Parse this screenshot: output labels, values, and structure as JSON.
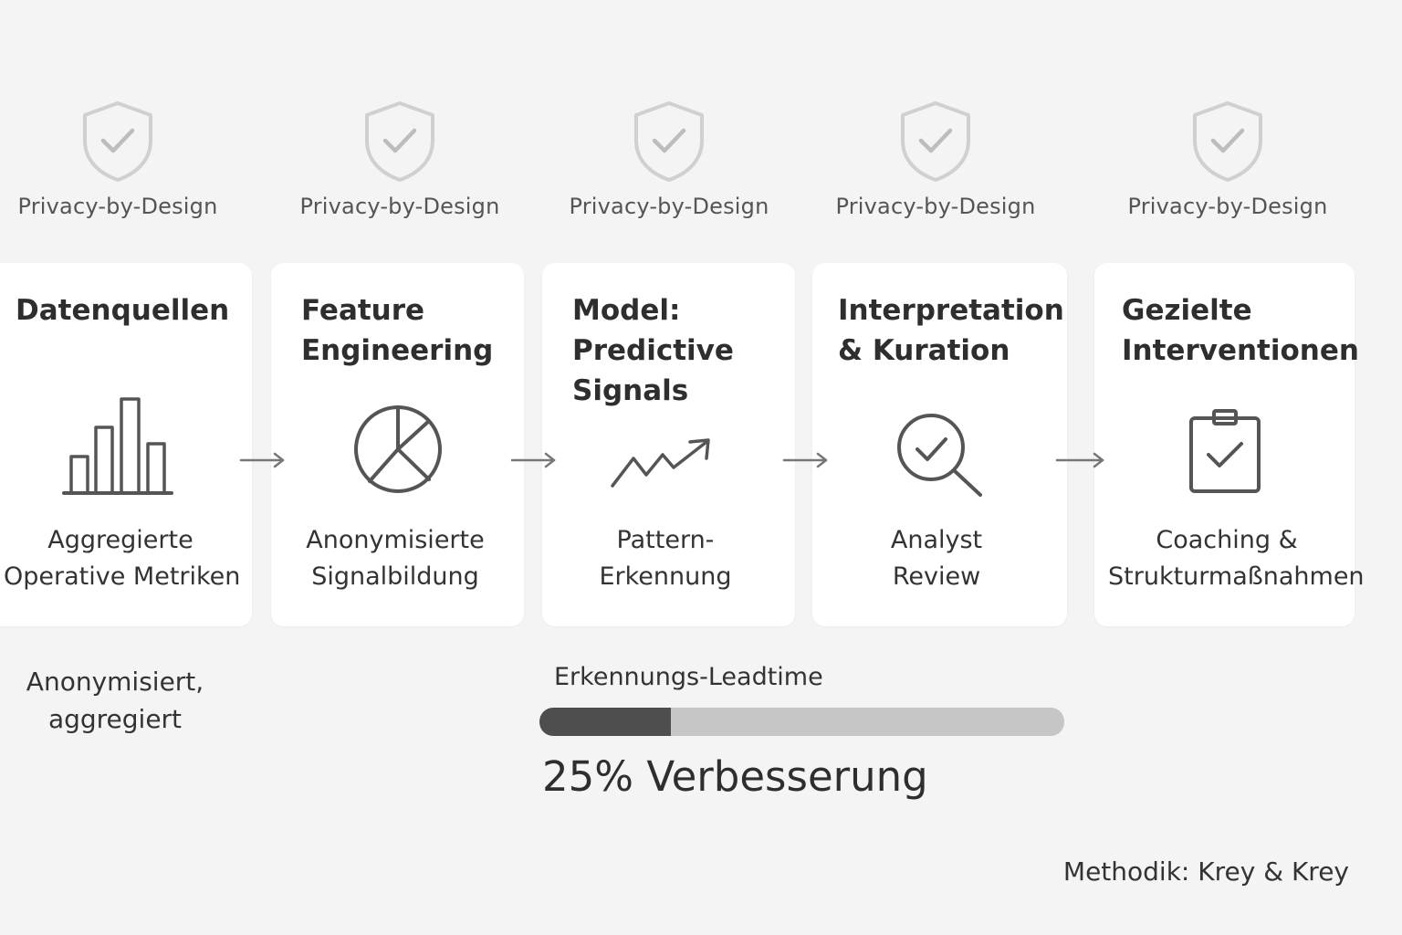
{
  "privacy_badges": [
    {
      "label": "Privacy-by-Design",
      "icon": "shield-check-icon"
    },
    {
      "label": "Privacy-by-Design",
      "icon": "shield-check-icon"
    },
    {
      "label": "Privacy-by-Design",
      "icon": "shield-check-icon"
    },
    {
      "label": "Privacy-by-Design",
      "icon": "shield-check-icon"
    },
    {
      "label": "Privacy-by-Design",
      "icon": "shield-check-icon"
    }
  ],
  "steps": [
    {
      "title": [
        "Datenquellen"
      ],
      "icon": "bar-chart-icon",
      "description": [
        "Aggregierte",
        "Operative Metriken"
      ]
    },
    {
      "title": [
        "Feature",
        "Engineering"
      ],
      "icon": "pie-chart-icon",
      "description": [
        "Anonymisierte",
        "Signalbildung"
      ]
    },
    {
      "title": [
        "Model:",
        "Predictive",
        "Signals"
      ],
      "icon": "trend-up-icon",
      "description": [
        "Pattern-",
        "Erkennung"
      ]
    },
    {
      "title": [
        "Interpretation",
        "& Kuration"
      ],
      "icon": "magnifier-check-icon",
      "description": [
        "Analyst",
        "Review"
      ]
    },
    {
      "title": [
        "Gezielte",
        "Interventionen"
      ],
      "icon": "clipboard-check-icon",
      "description": [
        "Coaching &",
        "Strukturmaßnahmen"
      ]
    }
  ],
  "source_note": [
    "Anonymisiert,",
    "aggregiert"
  ],
  "metric": {
    "label": "Erkennungs-Leadtime",
    "progress_fraction": 0.25,
    "value_text": "25% Verbesserung"
  },
  "footer": "Methodik: Krey & Krey",
  "colors": {
    "background": "#f4f4f4",
    "card": "#ffffff",
    "icon_stroke": "#555555",
    "shield_stroke": "#cfcfcf",
    "progress_fill": "#4e4e4e",
    "progress_track": "#c6c6c6"
  }
}
